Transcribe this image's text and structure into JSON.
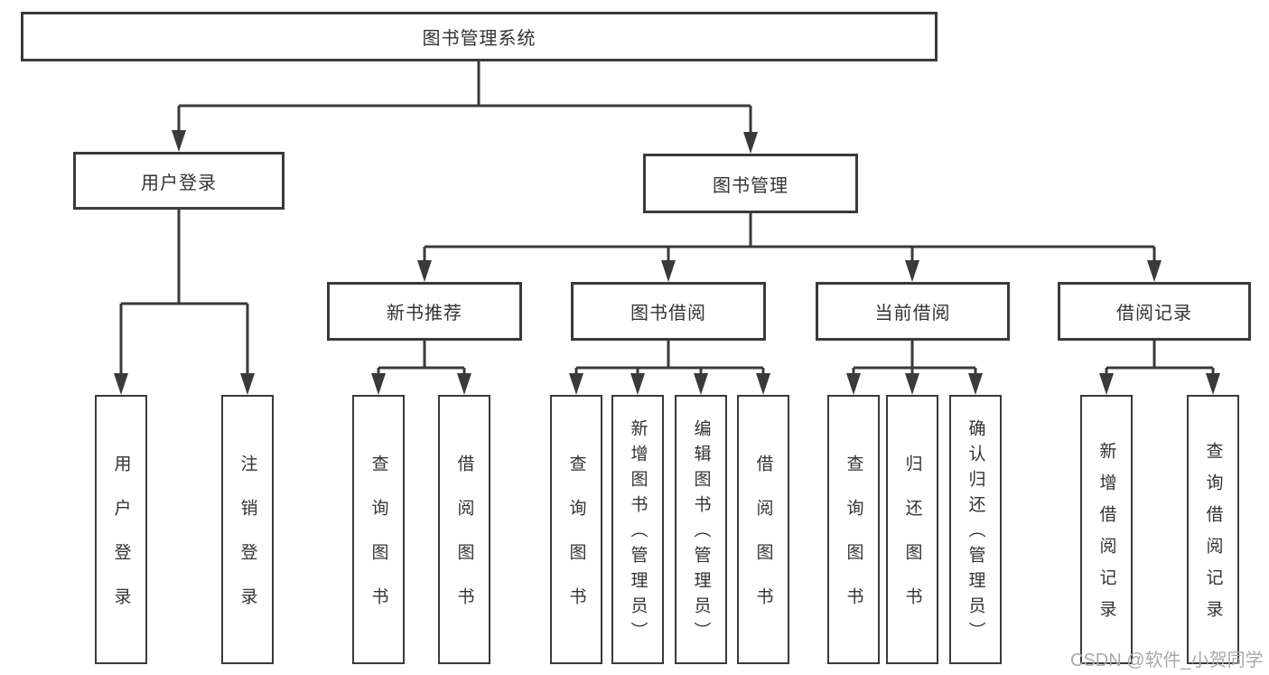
{
  "diagram": {
    "root": "图书管理系统",
    "level2": [
      "用户登录",
      "图书管理"
    ],
    "level3": [
      "新书推荐",
      "图书借阅",
      "当前借阅",
      "借阅记录"
    ],
    "leaves": {
      "user_login": [
        "用户登录",
        "注销登录"
      ],
      "new_books": [
        "查询图书",
        "借阅图书"
      ],
      "book_borrow": [
        "查询图书",
        "新增图书（管理员）",
        "编辑图书（管理员）",
        "借阅图书"
      ],
      "current_borrow": [
        "查询图书",
        "归还图书",
        "确认归还（管理员）"
      ],
      "borrow_records": [
        "新增借阅记录",
        "查询借阅记录"
      ]
    }
  },
  "watermark": "CSDN @软件_小贺同学",
  "colors": {
    "line": "#3a3a3a",
    "text": "#333333",
    "background": "#ffffff",
    "watermark": "#a9a9a9"
  }
}
